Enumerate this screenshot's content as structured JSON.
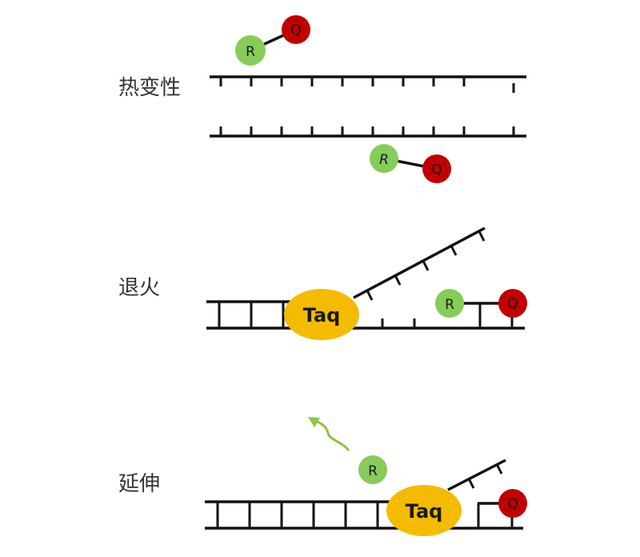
{
  "colors": {
    "reporter": "#86cc59",
    "quencher": "#c00000",
    "enzyme": "#f4bb00",
    "arrow": "#8cc63f",
    "strand": "#111111"
  },
  "stages": {
    "denaturation": {
      "label": "热变性"
    },
    "annealing": {
      "label": "退火"
    },
    "extension": {
      "label": "延伸"
    }
  },
  "reporter_label": "R",
  "quencher_label": "Q",
  "enzyme_label": "Taq"
}
